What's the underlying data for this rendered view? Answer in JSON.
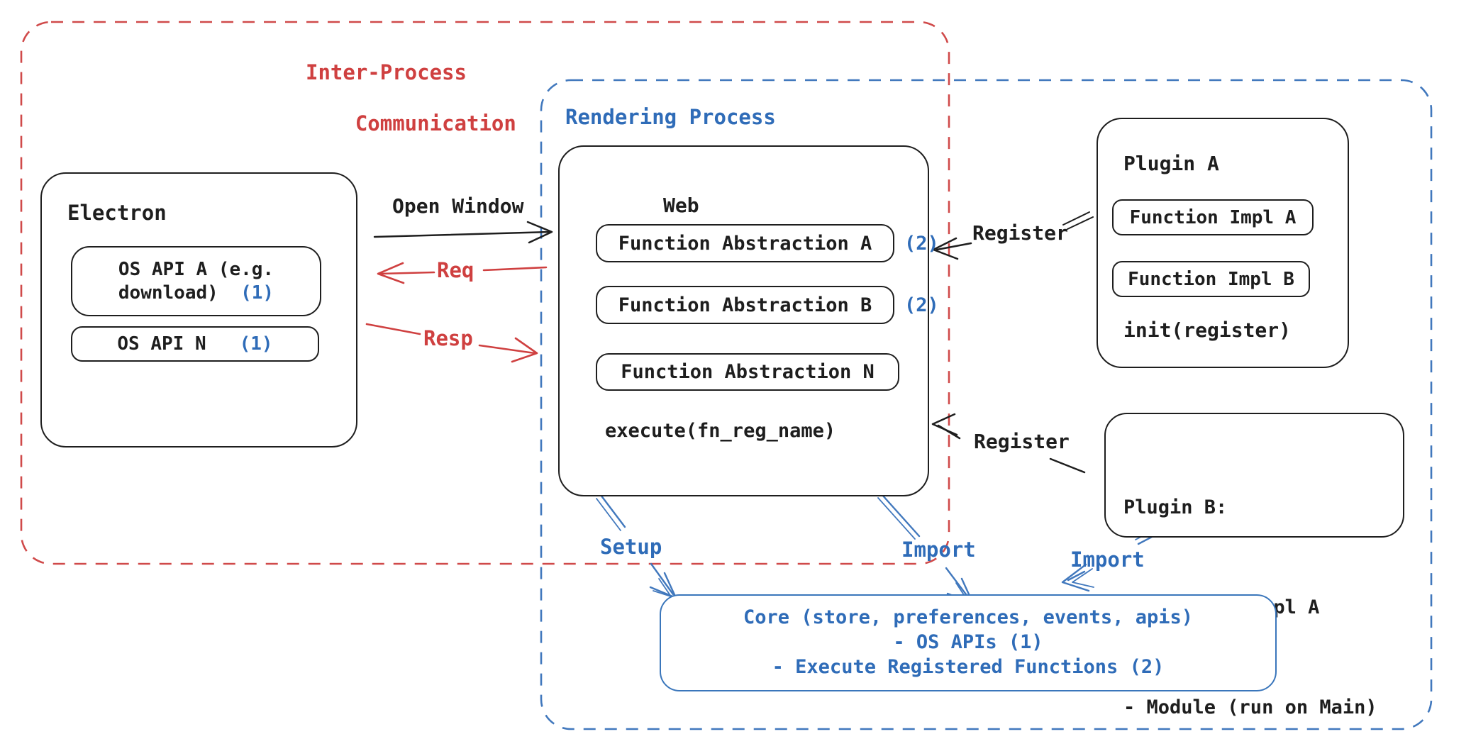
{
  "diagram": {
    "ipc_region": {
      "title_line1": "Inter-Process",
      "title_line2": "Communication"
    },
    "rendering_region": {
      "title": "Rendering Process"
    },
    "electron": {
      "title": "Electron",
      "os_api_a": {
        "line1": "OS API A (e.g.",
        "line2": "download)",
        "badge": "(1)"
      },
      "os_api_n": {
        "label": "OS API N",
        "badge": "(1)"
      }
    },
    "web": {
      "title": "Web",
      "fa_a": {
        "label": "Function Abstraction A",
        "badge": "(2)"
      },
      "fa_b": {
        "label": "Function Abstraction B",
        "badge": "(2)"
      },
      "fa_n": {
        "label": "Function Abstraction N"
      },
      "execute_text": "execute(fn_reg_name)"
    },
    "plugin_a": {
      "title": "Plugin A",
      "impl_a": "Function Impl A",
      "impl_b": "Function Impl B",
      "init_text": "init(register)"
    },
    "plugin_b": {
      "title": "Plugin B:",
      "item1": "- Function Impl A",
      "item2": "- Module (run on Main)"
    },
    "core": {
      "line1": "Core (store, preferences, events, apis)",
      "line2": "- OS APIs (1)",
      "line3": "- Execute Registered Functions (2)"
    },
    "arrows": {
      "open_window": "Open Window",
      "req": "Req",
      "resp": "Resp",
      "register_top": "Register",
      "register_bottom": "Register",
      "setup": "Setup",
      "import_web": "Import",
      "import_plugin": "Import"
    },
    "colors": {
      "red": "#cf4040",
      "blue": "#2f6cb8",
      "black": "#1e1e1e",
      "background": "#ffffff"
    }
  }
}
